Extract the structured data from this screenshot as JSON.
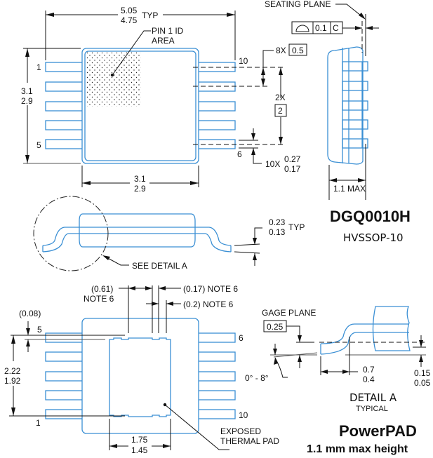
{
  "package": {
    "name": "DGQ0010H",
    "type": "HVSSOP-10",
    "family": "PowerPAD",
    "height_note": "1.1 mm max height"
  },
  "top_view": {
    "overall_length_max": "5.05",
    "overall_length_min": "4.75",
    "overall_length_suffix": "TYP",
    "pin1_label_line1": "PIN 1 ID",
    "pin1_label_line2": "AREA",
    "body_height_max": "3.1",
    "body_height_min": "2.9",
    "body_width_max": "3.1",
    "body_width_min": "2.9",
    "pin_labels": {
      "p1": "1",
      "p5": "5",
      "p6": "6",
      "p10": "10"
    },
    "pitch_count": "8X",
    "pitch": "0.5",
    "span_count": "2X",
    "span": "2",
    "lead_width_count": "10X",
    "lead_width_max": "0.27",
    "lead_width_min": "0.17"
  },
  "side_view": {
    "seating_plane": "SEATING PLANE",
    "flatness_symbol": "profile-of-surface",
    "flatness_value": "0.1",
    "flatness_datum": "C",
    "height": "1.1 MAX"
  },
  "front_view": {
    "lead_thickness_max": "0.23",
    "lead_thickness_min": "0.13",
    "lead_thickness_suffix": "TYP",
    "detail_callout": "SEE DETAIL A"
  },
  "bottom_view": {
    "dim_061": "(0.61)",
    "dim_061_note": "NOTE 6",
    "dim_017": "(0.17) NOTE 6",
    "dim_02": "(0.2) NOTE 6",
    "dim_008": "(0.08)",
    "pad_height_max": "2.22",
    "pad_height_min": "1.92",
    "pad_width_max": "1.75",
    "pad_width_min": "1.45",
    "pad_label_line1": "EXPOSED",
    "pad_label_line2": "THERMAL PAD",
    "pin_labels": {
      "p1": "1",
      "p5": "5",
      "p6": "6",
      "p10": "10"
    }
  },
  "detail_a": {
    "gage_plane": "GAGE PLANE",
    "gage_value": "0.25",
    "angle": "0° - 8°",
    "foot_length_max": "0.7",
    "foot_length_min": "0.4",
    "standoff_max": "0.15",
    "standoff_min": "0.05",
    "title": "DETAIL A",
    "subtitle": "TYPICAL"
  }
}
